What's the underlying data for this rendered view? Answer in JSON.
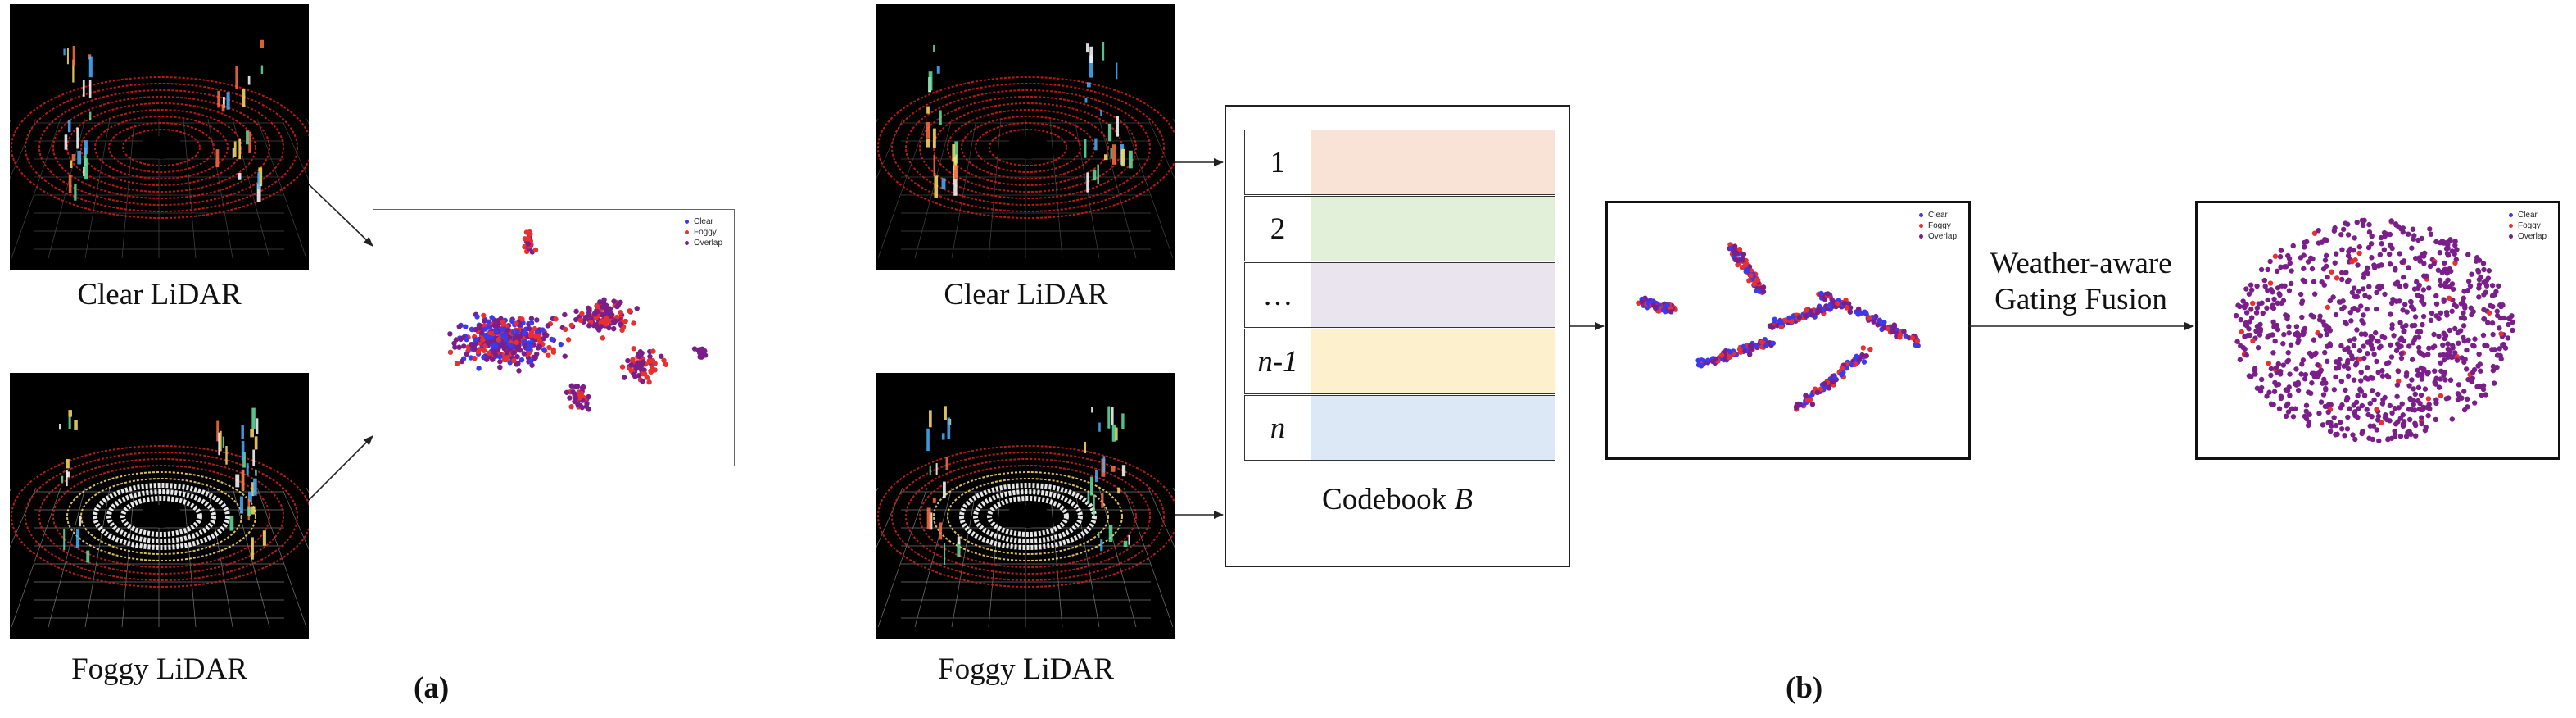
{
  "labels": {
    "clear_lidar": "Clear LiDAR",
    "foggy_lidar": "Foggy LiDAR",
    "part_a": "(a)",
    "part_b": "(b)",
    "fusion_line1": "Weather-aware",
    "fusion_line2": "Gating Fusion",
    "codebook_prefix": "Codebook ",
    "codebook_var": "B"
  },
  "legend": [
    {
      "label": "Clear",
      "color": "#3a3af0"
    },
    {
      "label": "Foggy",
      "color": "#e83030"
    },
    {
      "label": "Overlap",
      "color": "#7a1e8a"
    }
  ],
  "codebook": {
    "rows": [
      {
        "index": "1",
        "italic": false,
        "color": "#f8e3d6"
      },
      {
        "index": "2",
        "italic": false,
        "color": "#e2efd9"
      },
      {
        "index": "…",
        "italic": false,
        "color": "#e9e4ee"
      },
      {
        "index": "n-1",
        "italic": true,
        "color": "#fdf0cc"
      },
      {
        "index": "n",
        "italic": true,
        "color": "#dde8f6"
      }
    ]
  },
  "colors": {
    "clear": "#3a3af0",
    "foggy": "#e83030",
    "overlap": "#7a1e8a",
    "lidar_bg": "#000000"
  }
}
